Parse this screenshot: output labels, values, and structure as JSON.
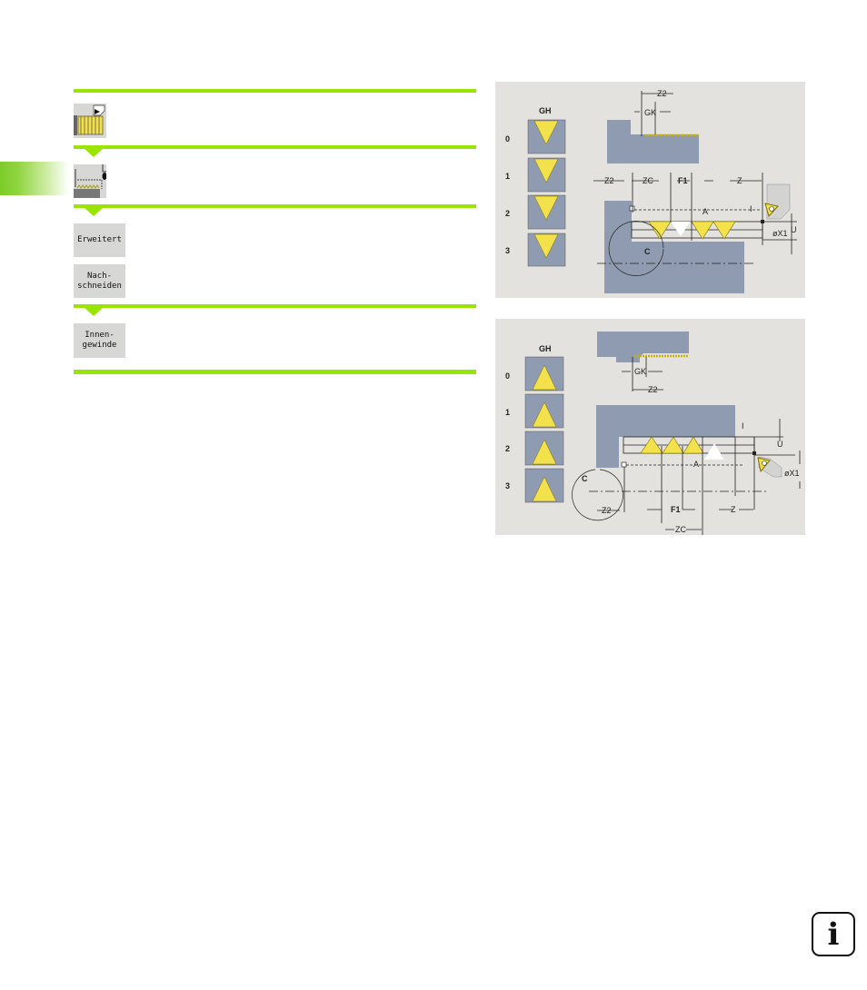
{
  "softkeys": {
    "extended": "Erweitert",
    "recut": "Nach-\nschneiden",
    "internal_thread": "Innen-\ngewinde"
  },
  "diagram_external": {
    "gh_label": "GH",
    "gh_values": [
      "0",
      "1",
      "2",
      "3"
    ],
    "labels": {
      "z2_top": "Z2",
      "gk": "GK",
      "z2": "Z2",
      "zc": "ZC",
      "f1": "F1",
      "z": "Z",
      "a": "A",
      "i": "I",
      "x1": "øX1",
      "u": "U",
      "c": "C"
    }
  },
  "diagram_internal": {
    "gh_label": "GH",
    "gh_values": [
      "0",
      "1",
      "2",
      "3"
    ],
    "labels": {
      "gk": "GK",
      "z2_top": "Z2",
      "i": "I",
      "u": "U",
      "a": "A",
      "x1": "øX1",
      "c": "C",
      "z2": "Z2",
      "f1": "F1",
      "z": "Z",
      "zc": "ZC"
    }
  },
  "info_icon": "i",
  "colors": {
    "accent": "#99e500",
    "panel": "#e3e2de",
    "thread": "#f2e14a"
  }
}
